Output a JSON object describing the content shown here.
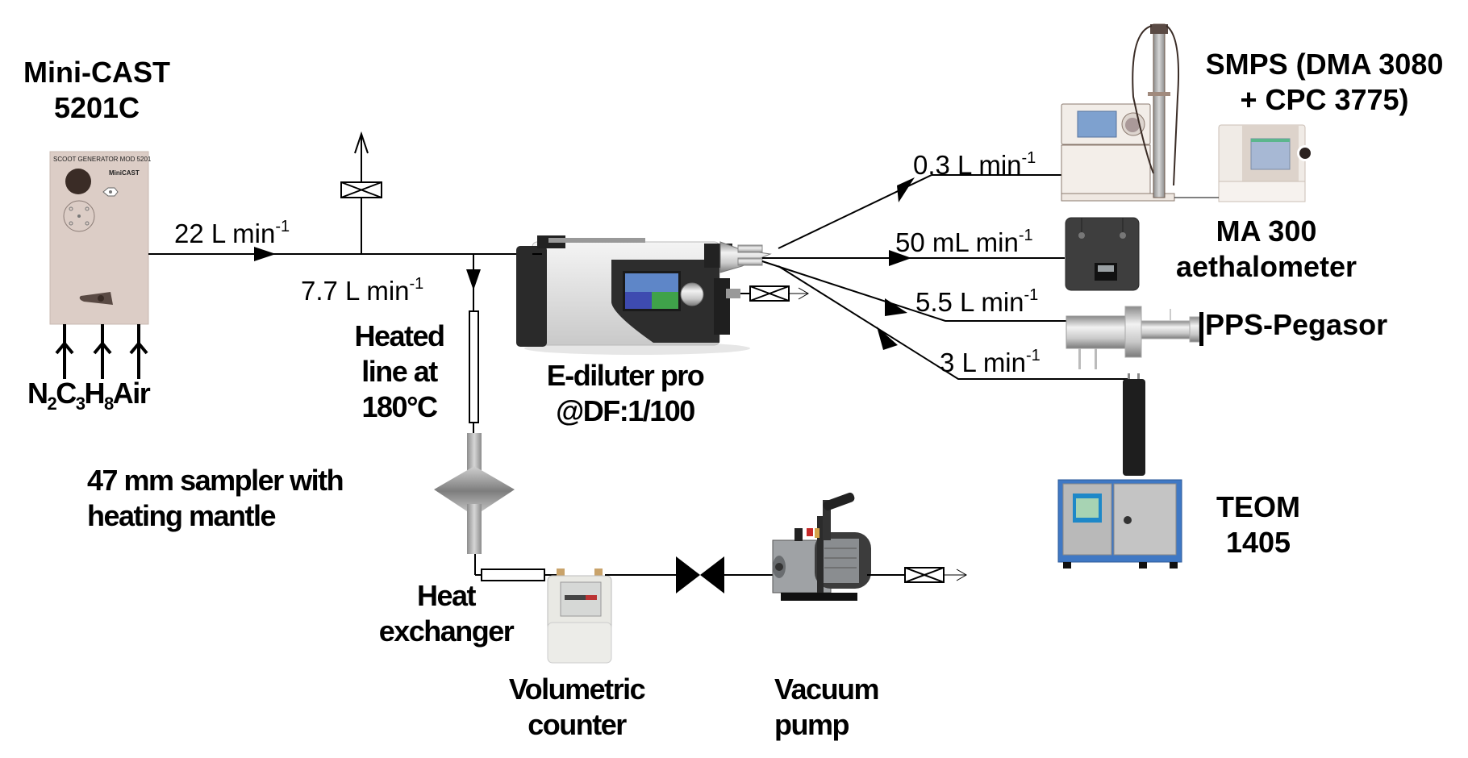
{
  "diagram": {
    "title": "Soot generation and sampling setup",
    "components": {
      "minicast": {
        "line1": "Mini-CAST",
        "line2": "5201C",
        "panel_title": "SCOOT GENERATOR MOD 5201",
        "panel_brand": "MiniCAST"
      },
      "gases": {
        "n": "N",
        "n_sub": "2",
        "c": "C",
        "c_sub": "3",
        "h": "H",
        "h_sub": "8",
        "air": "Air"
      },
      "heated_line": {
        "line1": "Heated",
        "line2": "line at",
        "line3": "180°C"
      },
      "sampler": {
        "line1": "47 mm sampler with",
        "line2": "heating mantle"
      },
      "heat_exchanger": {
        "line1": "Heat",
        "line2": "exchanger"
      },
      "volumetric_counter": {
        "line1": "Volumetric",
        "line2": "counter"
      },
      "vacuum_pump": {
        "line1": "Vacuum",
        "line2": "pump"
      },
      "ediluter": {
        "line1": "E-diluter pro",
        "line2": "@DF:1/100"
      },
      "smps": {
        "line1": "SMPS (DMA 3080",
        "line2": "+ CPC 3775)"
      },
      "ma300": {
        "line1": "MA 300",
        "line2": "aethalometer"
      },
      "pps": {
        "label": "PPS-Pegasor"
      },
      "teom": {
        "line1": "TEOM",
        "line2": "1405"
      }
    },
    "flows": {
      "main": {
        "value": "22 L min",
        "exp": "-1"
      },
      "branch": {
        "value": "7.7 L min",
        "exp": "-1"
      },
      "smps": {
        "value": "0.3 L min",
        "exp": "-1"
      },
      "ma300": {
        "value": "50 mL min",
        "exp": "-1"
      },
      "pps": {
        "value": "5.5 L min",
        "exp": "-1"
      },
      "teom": {
        "value": "3 L min",
        "exp": "-1"
      }
    },
    "colors": {
      "line": "#000000",
      "minicast_panel": "#dccdc6",
      "teom_blue": "#3f78c4",
      "diluter_dark": "#2b2b2b",
      "ma300_dark": "#3a3a3a",
      "steel": "#b8b8b8"
    }
  }
}
